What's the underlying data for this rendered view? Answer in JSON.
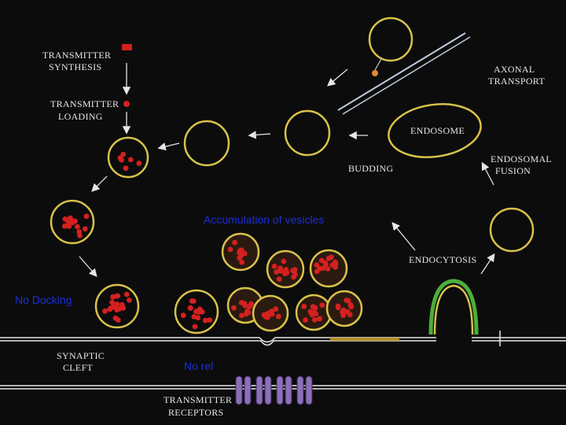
{
  "labels": {
    "transmitter_synthesis": [
      "TRANSMITTER",
      "SYNTHESIS"
    ],
    "transmitter_loading": [
      "TRANSMITTER",
      "LOADING"
    ],
    "axonal_transport": [
      "AXONAL",
      "TRANSPORT"
    ],
    "endosome": "ENDOSOME",
    "budding": "BUDDING",
    "endosomal_fusion": [
      "ENDOSOMAL",
      "FUSION"
    ],
    "endocytosis": "ENDOCYTOSIS",
    "synaptic_cleft": [
      "SYNAPTIC",
      "CLEFT"
    ],
    "transmitter_receptors": [
      "TRANSMITTER",
      "RECEPTORS"
    ]
  },
  "annotations": {
    "accumulation": "Accumulation of vesicles",
    "no_docking": "No Docking",
    "no_release": "No rel"
  },
  "colors": {
    "background": "#0c0c0c",
    "vesicle_membrane": "#d8c24a",
    "transmitter": "#d42020",
    "annotation_text": "#1c2fd6",
    "clathrin_coat": "#4caf3a",
    "receptor": "#8c6fb8"
  }
}
